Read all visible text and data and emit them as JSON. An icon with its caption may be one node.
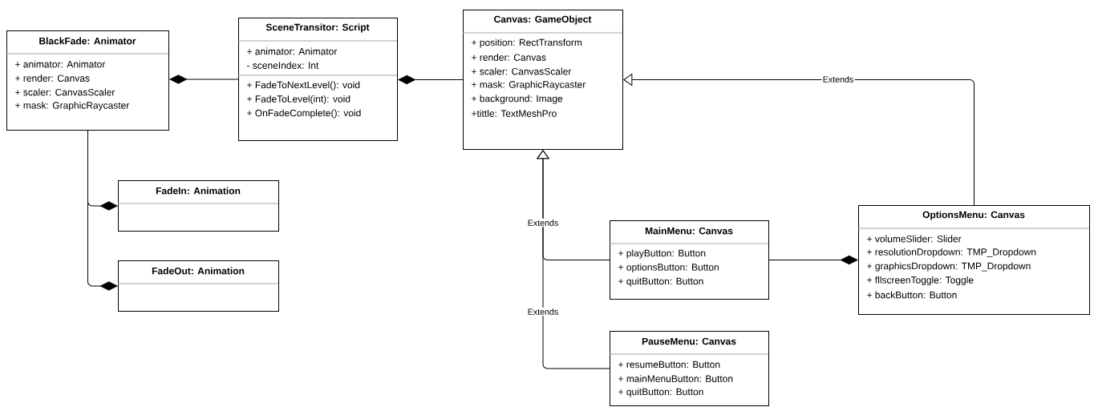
{
  "diagram": {
    "nodes": [
      {
        "text": [
          "BlackFade: Animator",
          "+ animator: Animator",
          "+ render: Canvas",
          "+ scaler: CanvasScaler",
          "+ mask: GraphicRaycaster"
        ]
      },
      {
        "text": [
          "SceneTransitor: Script",
          "+ animator: Animator",
          "- sceneIndex: Int",
          "+ FadeToNextLevel(): void",
          "+ FadeToLevel(int): void",
          "+ OnFadeComplete(): void"
        ]
      },
      {
        "text": [
          "Canvas: GameObject",
          "+ position: RectTransform",
          "+ render: Canvas",
          "+ scaler: CanvasScaler",
          "+ mask: GraphicRaycaster",
          "+ background: Image",
          "+tittle: TextMeshPro"
        ]
      },
      {
        "text": [
          "FadeIn: Animation"
        ]
      },
      {
        "text": [
          "FadeOut: Animation"
        ]
      },
      {
        "text": [
          "MainMenu: Canvas",
          "+ playButton: Button",
          "+ optionsButton: Button",
          "+ quitButton: Button"
        ]
      },
      {
        "text": [
          "OptionsMenu: Canvas",
          "+ volumeSlider: Slider",
          "+ resolutionDropdown: TMP_Dropdown",
          "+ graphicsDropdown: TMP_Dropdown",
          "+ fllscreenToggle: Toggle",
          "+ backButton: Button"
        ]
      },
      {
        "text": [
          "PauseMenu: Canvas",
          "+ resumeButton: Button",
          "+ mainMenuButton: Button",
          "+ quitButton: Button"
        ]
      }
    ],
    "edges": [
      {
        "from": 1,
        "to": 0,
        "arrow": "other"
      },
      {
        "from": 2,
        "to": 1,
        "arrow": "other"
      },
      {
        "from": 0,
        "to": 3,
        "arrow": "other"
      },
      {
        "from": 0,
        "to": 4,
        "arrow": "other"
      },
      {
        "from": 6,
        "to": 2,
        "arrow": "to",
        "label": "Extends"
      },
      {
        "from": 5,
        "to": 2,
        "arrow": "to",
        "label": "Extends"
      },
      {
        "from": 7,
        "to": 2,
        "arrow": "to",
        "label": "Extends"
      },
      {
        "from": 5,
        "to": 6,
        "arrow": "other"
      }
    ]
  }
}
